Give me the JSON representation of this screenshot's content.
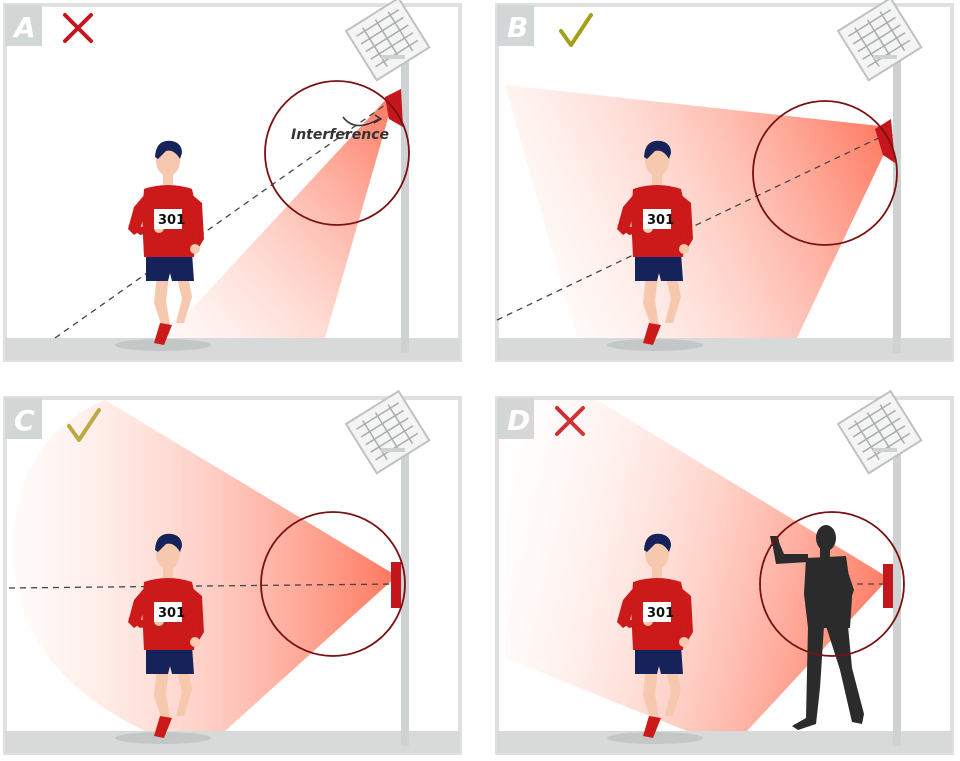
{
  "panels": [
    {
      "letter": "A",
      "verdict": "cross-icon",
      "bib": "301",
      "note": "Interference"
    },
    {
      "letter": "B",
      "verdict": "check-icon",
      "bib": "301"
    },
    {
      "letter": "C",
      "verdict": "check-icon",
      "bib": "301"
    },
    {
      "letter": "D",
      "verdict": "cross-icon",
      "bib": "301"
    }
  ],
  "colors": {
    "frame": "#e0e0e0",
    "badge": "#d3d6d6",
    "ground": "#d8dada",
    "beam": "#ff7a5e",
    "circle": "#7a1010",
    "cross": "#c4161c",
    "check": "#a4a01a",
    "jersey": "#cc1a1a",
    "shorts": "#16235a",
    "skin": "#f6c8ae",
    "hair": "#16235a",
    "silhouette": "#2b2b2b"
  }
}
